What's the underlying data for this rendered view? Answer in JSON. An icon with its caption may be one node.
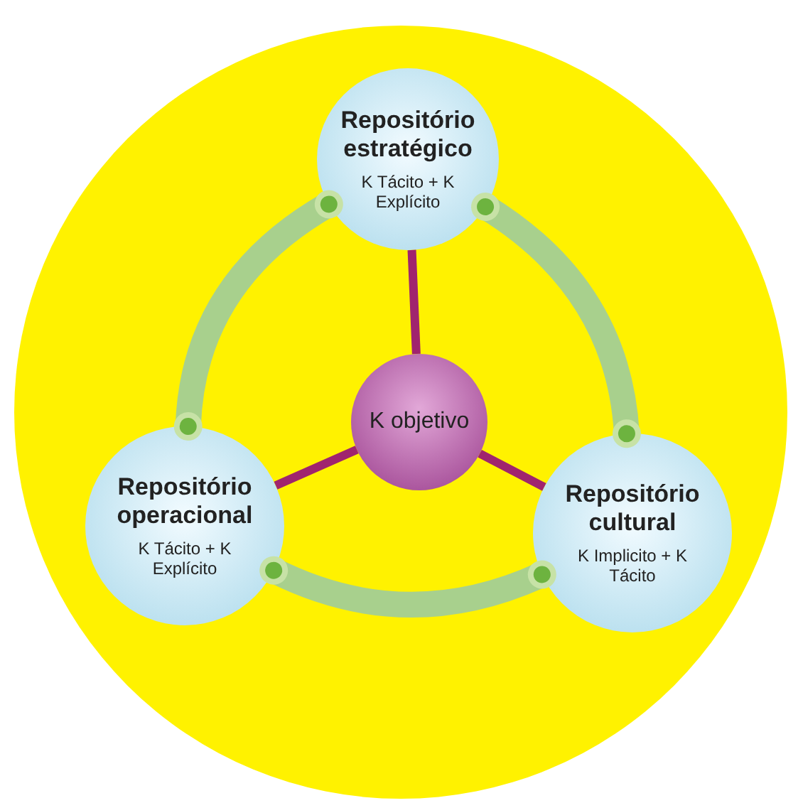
{
  "diagram": {
    "nodes": [
      {
        "text": [],
        "shape": "circle"
      },
      {
        "text": [
          "Repositório estratégico",
          "K Tácito + K Explícito"
        ],
        "in": 0
      },
      {
        "text": [
          "K objetivo"
        ],
        "in": 0
      },
      {
        "text": [
          "Repositório operacional",
          "K Tácito + K Explícito"
        ],
        "in": 0
      },
      {
        "text": [
          "Repositório cultural",
          "K Implicito + K Tácito"
        ],
        "in": 0
      }
    ],
    "edges": [
      {
        "from": 2,
        "to": 1,
        "arrow": "none",
        "color": "#a0246e"
      },
      {
        "from": 2,
        "to": 3,
        "arrow": "none",
        "color": "#a0246e"
      },
      {
        "from": 2,
        "to": 4,
        "arrow": "none",
        "color": "#a0246e"
      },
      {
        "from": 1,
        "to": 4,
        "arrow": "other",
        "style": "thick",
        "color": "#a8d08d"
      },
      {
        "from": 4,
        "to": 3,
        "arrow": "other",
        "style": "thick",
        "color": "#a8d08d"
      },
      {
        "from": 3,
        "to": 1,
        "arrow": "other",
        "style": "thick",
        "color": "#a8d08d"
      }
    ]
  }
}
